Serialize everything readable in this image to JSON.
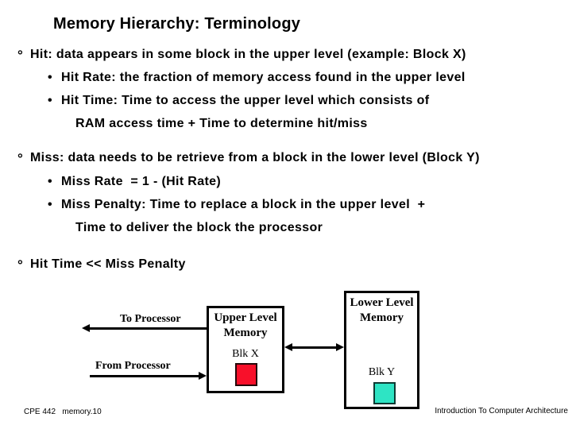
{
  "title": "Memory Hierarchy: Terminology",
  "bullets": [
    {
      "marker": "°",
      "text": "Hit: data appears in some block in the upper level (example: Block X)"
    },
    {
      "marker": "•",
      "text": "Hit Rate: the fraction of memory access found in the upper level"
    },
    {
      "marker": "•",
      "text": "Hit Time: Time to access the upper level which consists of"
    },
    {
      "marker": "",
      "text": "RAM access time + Time to determine hit/miss"
    },
    {
      "marker": "°",
      "text": "Miss: data needs to be retrieve from a block in the lower level (Block Y)"
    },
    {
      "marker": "•",
      "text": "Miss Rate  = 1 - (Hit Rate)"
    },
    {
      "marker": "•",
      "text": "Miss Penalty: Time to replace a block in the upper level  +"
    },
    {
      "marker": "",
      "text": "Time to deliver the block the processor"
    },
    {
      "marker": "°",
      "text": "Hit Time << Miss Penalty"
    }
  ],
  "diagram": {
    "to_processor_label": "To Processor",
    "from_processor_label": "From Processor",
    "upper_box_label": "Upper Level\nMemory",
    "blk_x_label": "Blk X",
    "lower_box_label": "Lower Level\nMemory",
    "blk_y_label": "Blk Y"
  },
  "colors": {
    "blk_x_fill": "#f8102a",
    "blk_y_fill": "#2ee4c4",
    "text": "#000000",
    "background": "#ffffff"
  },
  "footer": {
    "left": "CPE 442   memory.10",
    "right": "Introduction To Computer Architecture"
  }
}
